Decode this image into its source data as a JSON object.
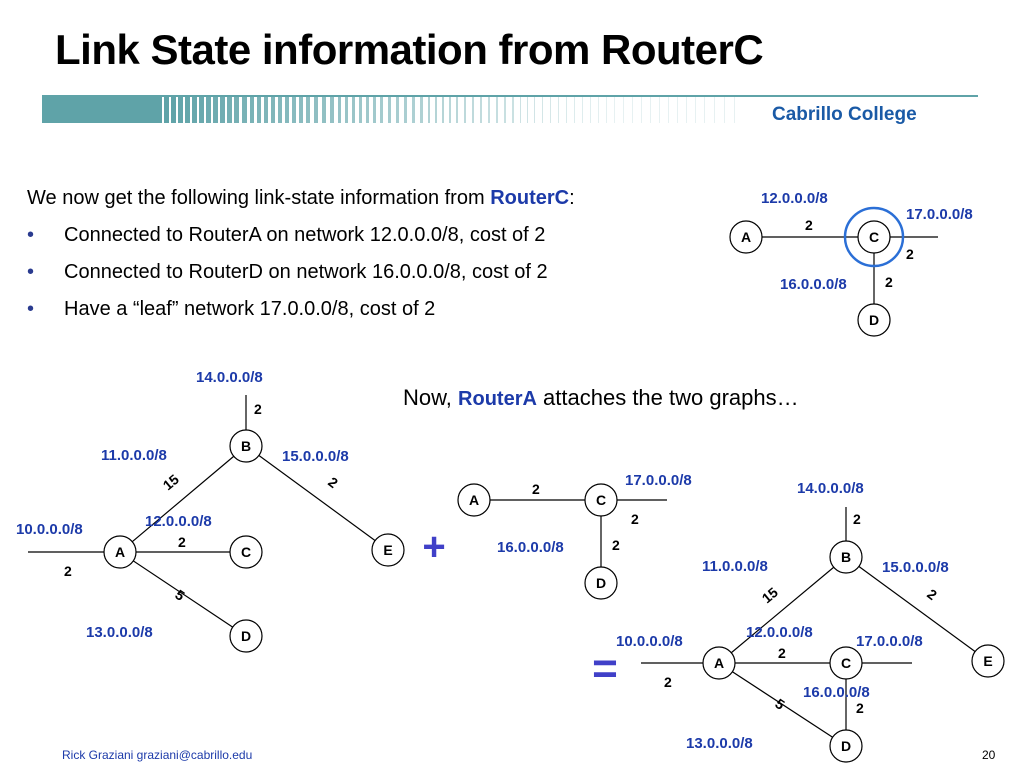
{
  "slide": {
    "title": "Link State information from RouterC",
    "brand": "Cabrillo College",
    "footer": "Rick Graziani  graziani@cabrillo.edu",
    "page_number": "20"
  },
  "intro": {
    "prefix": "We now get the following link-state information from ",
    "router": "RouterC",
    "suffix": ":"
  },
  "bullets": [
    "Connected to RouterA on network 12.0.0.0/8, cost of 2",
    "Connected to RouterD on network 16.0.0.0/8, cost of 2",
    "Have a “leaf” network 17.0.0.0/8, cost of 2"
  ],
  "now_text": {
    "prefix": "Now, ",
    "router": "RouterA",
    "suffix": " attaches the two graphs…"
  },
  "operators": {
    "plus": "+",
    "equals": "="
  },
  "graph_c": {
    "nodes": {
      "a": "A",
      "c": "C",
      "d": "D"
    },
    "networks": {
      "n12": "12.0.0.0/8",
      "n17": "17.0.0.0/8",
      "n16": "16.0.0.0/8"
    },
    "costs": {
      "ac": "2",
      "leaf": "2",
      "cd": "2"
    }
  },
  "graph_a": {
    "nodes": {
      "a": "A",
      "b": "B",
      "c": "C",
      "d": "D",
      "e": "E"
    },
    "networks": {
      "n14": "14.0.0.0/8",
      "n11": "11.0.0.0/8",
      "n15": "15.0.0.0/8",
      "n10": "10.0.0.0/8",
      "n12": "12.0.0.0/8",
      "n13": "13.0.0.0/8"
    },
    "costs": {
      "bleaf": "2",
      "ab": "15",
      "be": "2",
      "ac": "2",
      "aleaf": "2",
      "ad": "5"
    }
  },
  "graph_c2": {
    "nodes": {
      "a": "A",
      "c": "C",
      "d": "D"
    },
    "networks": {
      "n17": "17.0.0.0/8",
      "n16": "16.0.0.0/8"
    },
    "costs": {
      "ac": "2",
      "leaf": "2",
      "cd": "2"
    }
  },
  "graph_merged": {
    "nodes": {
      "a": "A",
      "b": "B",
      "c": "C",
      "d": "D",
      "e": "E"
    },
    "networks": {
      "n14": "14.0.0.0/8",
      "n11": "11.0.0.0/8",
      "n15": "15.0.0.0/8",
      "n10": "10.0.0.0/8",
      "n12": "12.0.0.0/8",
      "n17": "17.0.0.0/8",
      "n16": "16.0.0.0/8",
      "n13": "13.0.0.0/8"
    },
    "costs": {
      "bleaf": "2",
      "ab": "15",
      "be": "2",
      "ac": "2",
      "aleaf": "2",
      "ad": "5",
      "cd": "2"
    }
  },
  "colors": {
    "accent": "#1c3aa9",
    "highlight_ring": "#2b6fd6",
    "banner": "#5fa3a8"
  }
}
